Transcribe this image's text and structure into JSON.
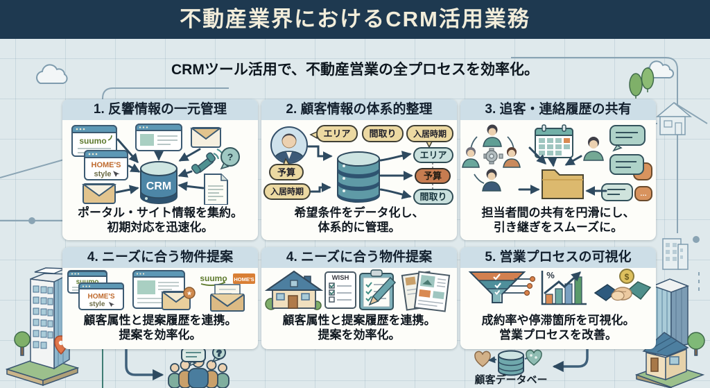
{
  "header": {
    "title": "不動産業界におけるCRM活用業務"
  },
  "subtitle": "CRMツール活用で、不動産営業の全プロセスを効率化。",
  "labels": {
    "suumo": "suumo",
    "homes": "HOME'S",
    "style": "style",
    "crm": "CRM",
    "wish": "WISH",
    "percent": "%",
    "dollar": "$",
    "question": "?",
    "star": "★",
    "ellipsis": "…"
  },
  "panels": [
    {
      "title": "1. 反響情報の一元管理",
      "caption": [
        "ポータル・サイト情報を集約。",
        "初期対応を迅速化。"
      ]
    },
    {
      "title": "2. 顧客情報の体系的整理",
      "caption": [
        "希望条件をデータ化し、",
        "体系的に管理。"
      ],
      "input_tags": [
        "エリア",
        "間取り",
        "入居時期",
        "予算",
        "入居時期"
      ],
      "output_tags": [
        "エリア",
        "予算",
        "間取り"
      ]
    },
    {
      "title": "3. 追客・連絡履歴の共有",
      "caption": [
        "担当者間の共有を円滑にし、",
        "引き継ぎをスムーズに。"
      ]
    },
    {
      "title": "4. ニーズに合う物件提案",
      "caption": [
        "顧客属性と提案履歴を連携。",
        "提案を効率化。"
      ]
    },
    {
      "title": "4. ニーズに合う物件提案",
      "caption": [
        "顧客属性と提案履歴を連携。",
        "提案を効率化。"
      ]
    },
    {
      "title": "5. 営業プロセスの可視化",
      "caption": [
        "成約率や停滞箇所を可視化。",
        "営業プロセスを改善。"
      ]
    }
  ],
  "footer": {
    "database_label": "顧客データベース"
  },
  "colors": {
    "header_bg": "#1e3950",
    "header_text": "#f2edda",
    "canvas_bg": "#dfe9ec",
    "panel_bg": "#fdfdf9",
    "panel_header_bg": "#cddee7",
    "accent_teal": "#3f7d74",
    "accent_orange": "#d9824a",
    "navy": "#2e4a60",
    "suumo_green": "#5e7a2e",
    "homes_orange": "#bf6a2e"
  }
}
